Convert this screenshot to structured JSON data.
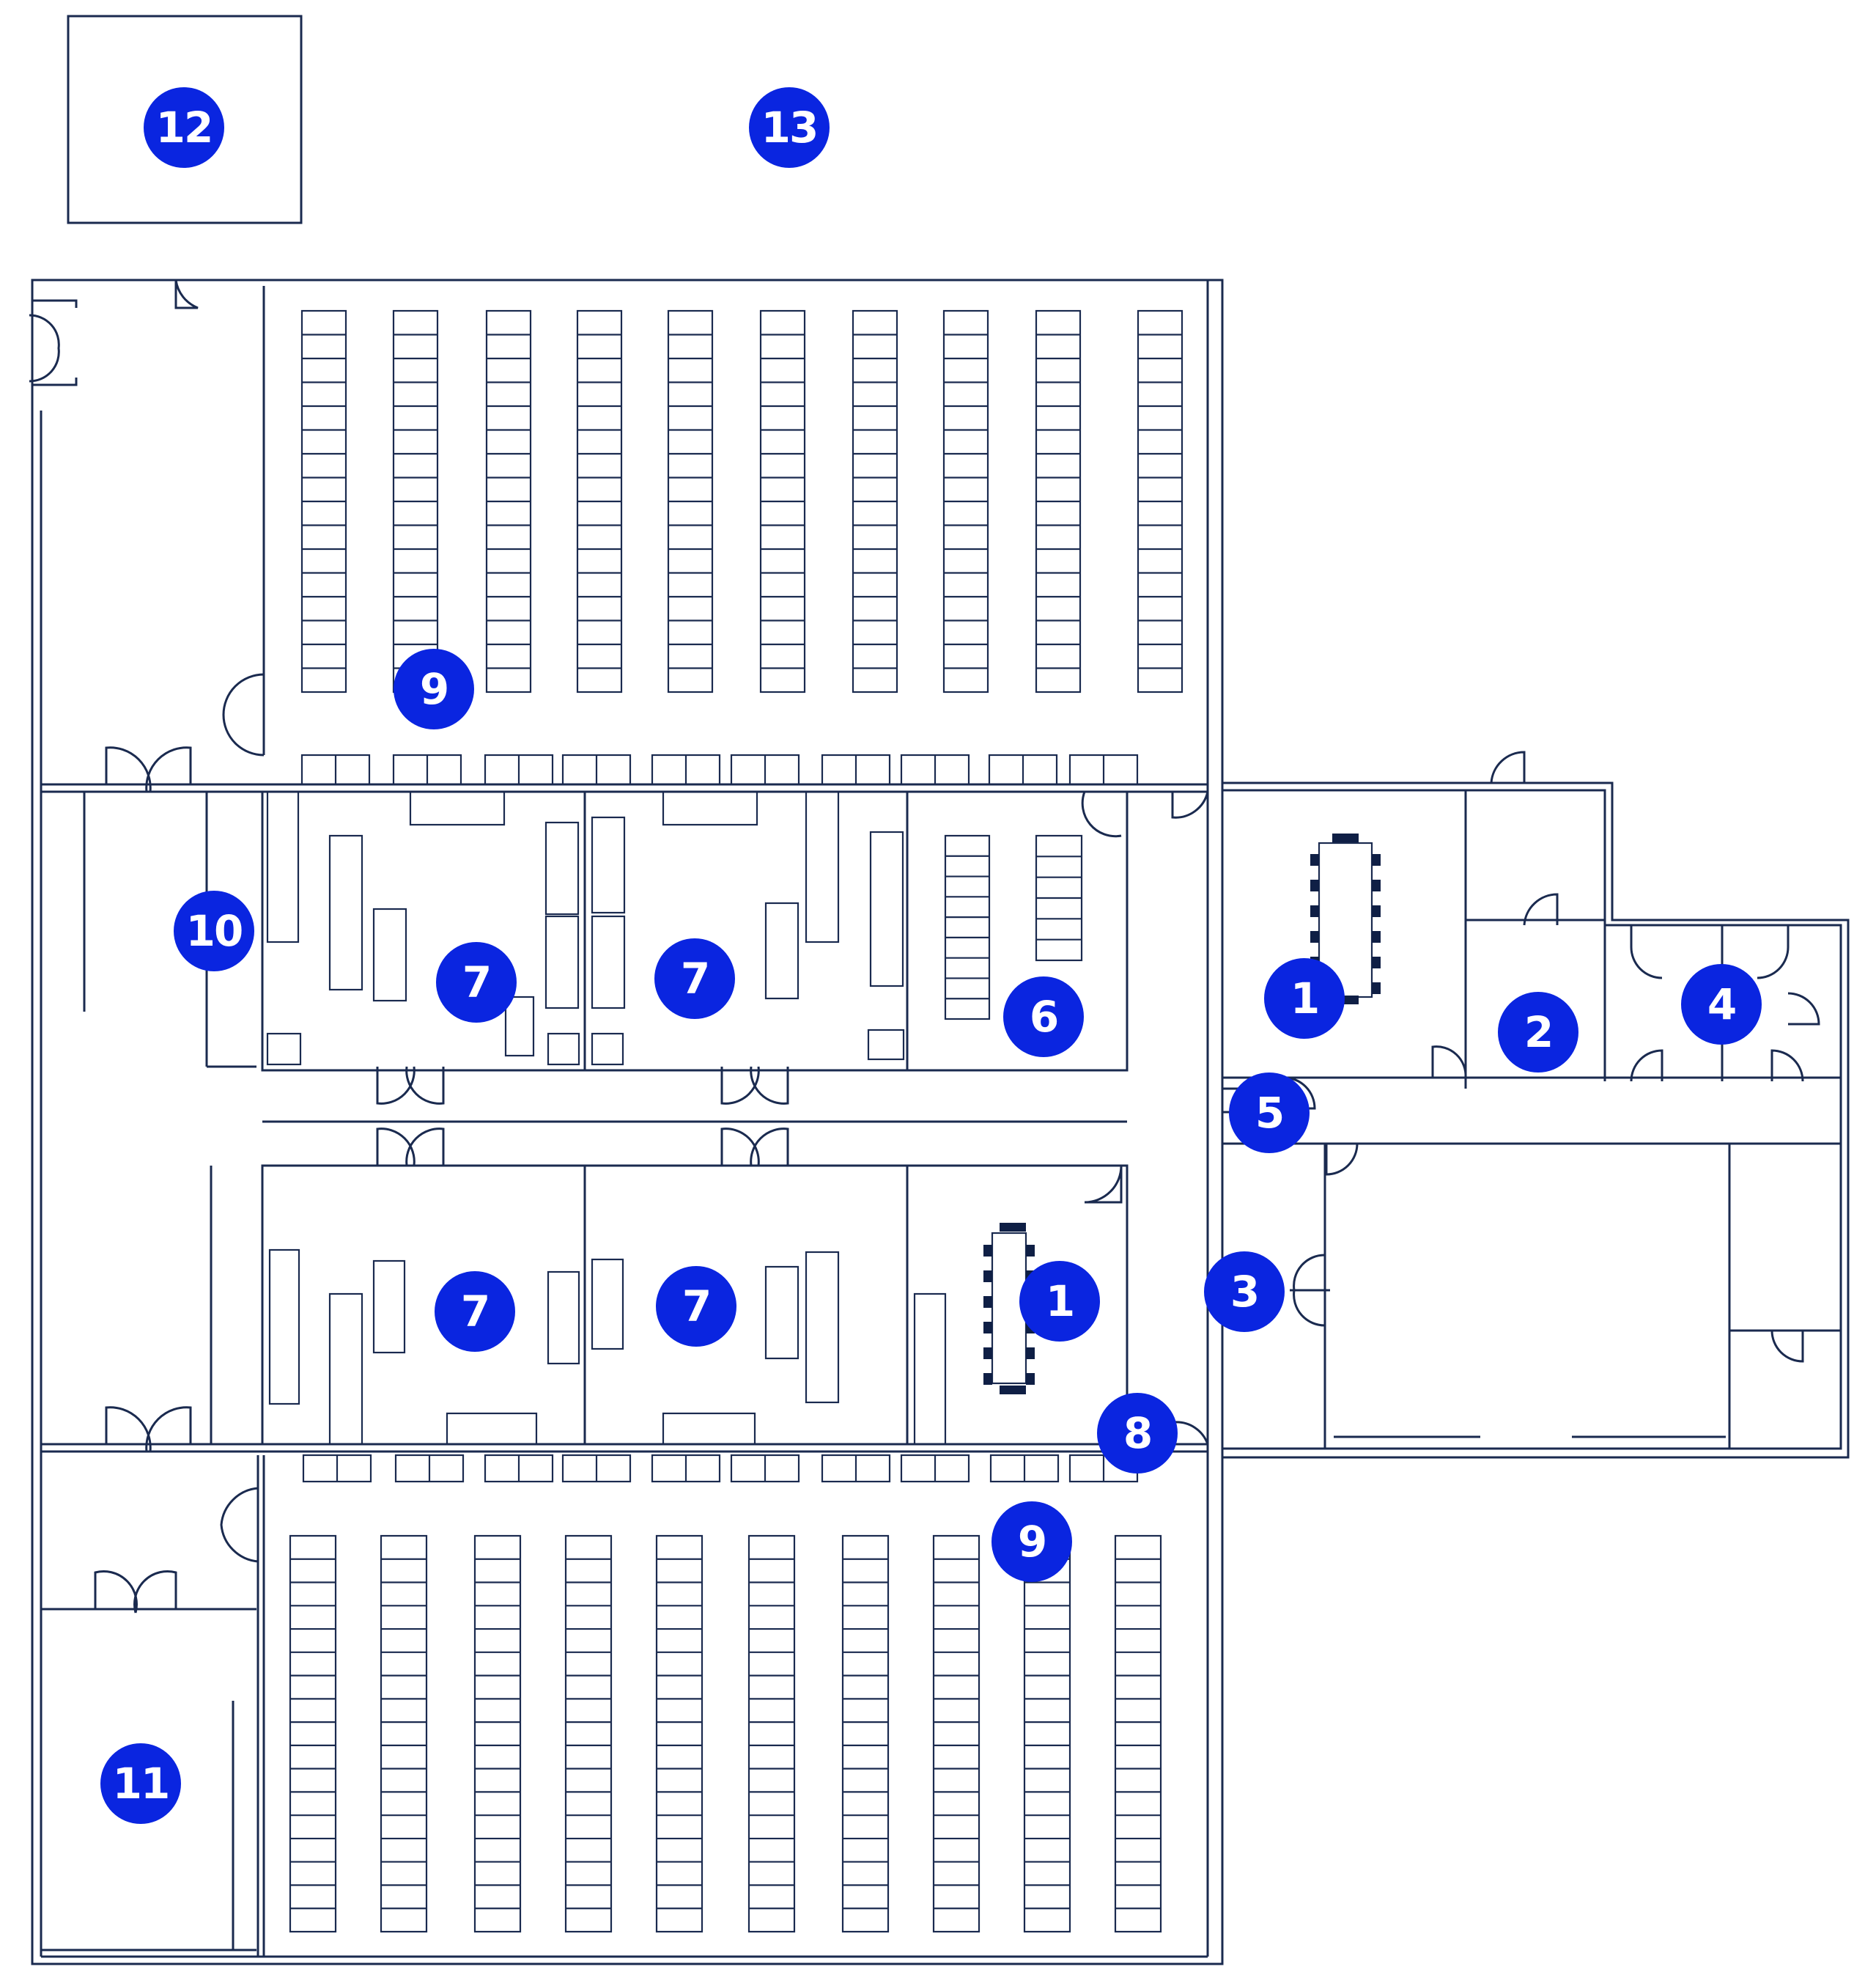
{
  "colors": {
    "wall": "#1a2a4f",
    "marker": "#0a25e0",
    "marker_text": "#ffffff",
    "background": "#ffffff"
  },
  "markers": [
    {
      "id": "m12",
      "label": "12"
    },
    {
      "id": "m13",
      "label": "13"
    },
    {
      "id": "m9a",
      "label": "9"
    },
    {
      "id": "m10",
      "label": "10"
    },
    {
      "id": "m7a",
      "label": "7"
    },
    {
      "id": "m7b",
      "label": "7"
    },
    {
      "id": "m6",
      "label": "6"
    },
    {
      "id": "m1a",
      "label": "1"
    },
    {
      "id": "m2",
      "label": "2"
    },
    {
      "id": "m4",
      "label": "4"
    },
    {
      "id": "m5",
      "label": "5"
    },
    {
      "id": "m3",
      "label": "3"
    },
    {
      "id": "m7c",
      "label": "7"
    },
    {
      "id": "m7d",
      "label": "7"
    },
    {
      "id": "m1b",
      "label": "1"
    },
    {
      "id": "m8",
      "label": "8"
    },
    {
      "id": "m9b",
      "label": "9"
    },
    {
      "id": "m11",
      "label": "11"
    }
  ]
}
